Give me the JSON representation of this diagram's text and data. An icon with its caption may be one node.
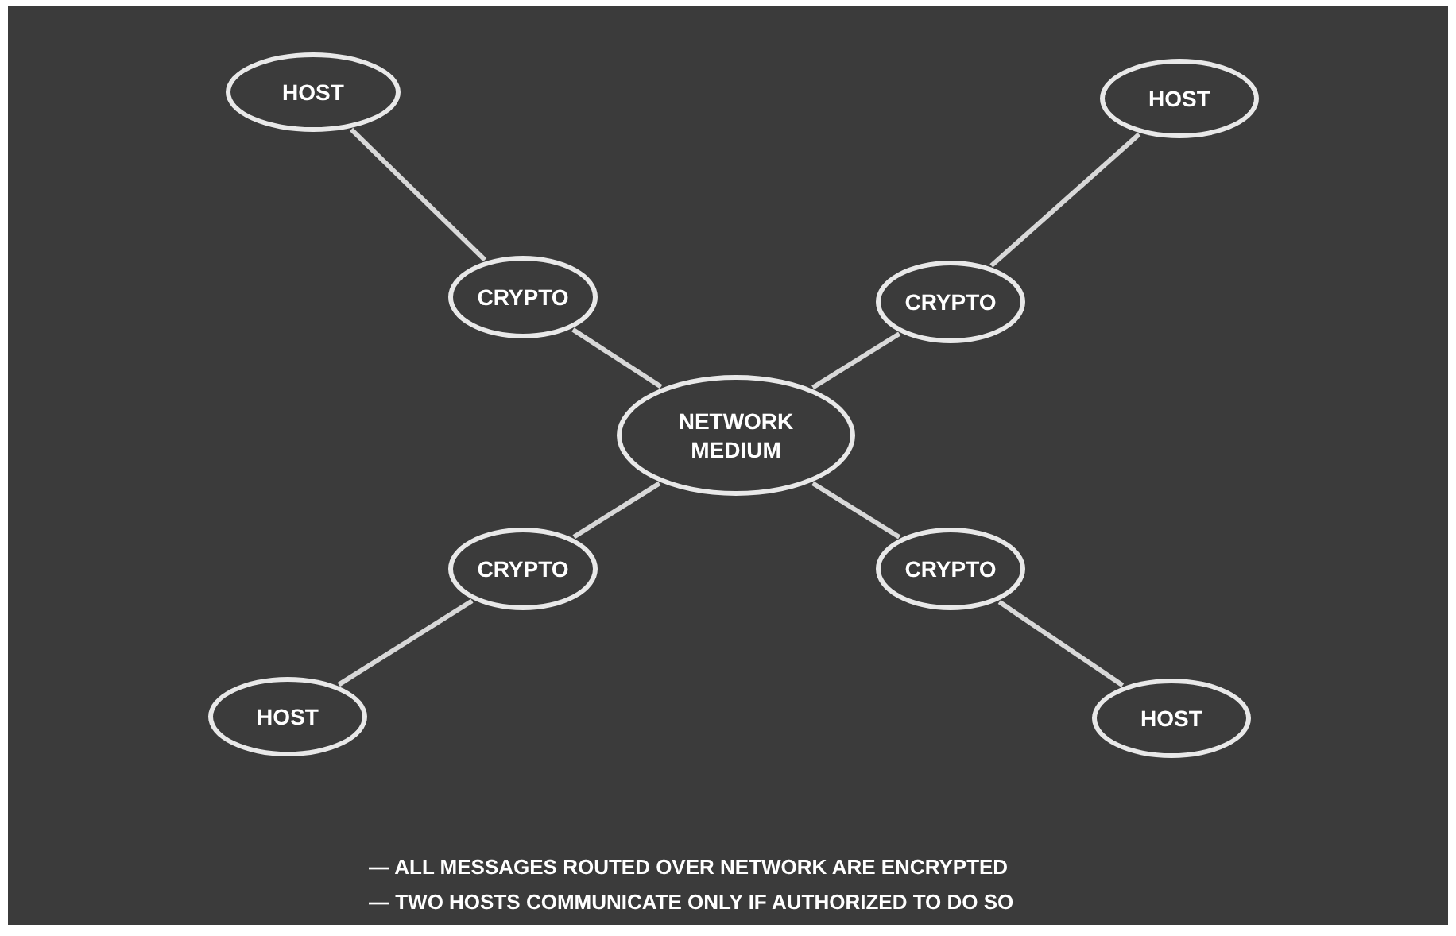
{
  "diagram": {
    "nodes": [
      {
        "text": [
          "HOST"
        ]
      },
      {
        "text": [
          "HOST"
        ]
      },
      {
        "text": [
          "CRYPTO"
        ]
      },
      {
        "text": [
          "CRYPTO"
        ]
      },
      {
        "text": [
          "NETWORK MEDIUM"
        ]
      },
      {
        "text": [
          "CRYPTO"
        ]
      },
      {
        "text": [
          "CRYPTO"
        ]
      },
      {
        "text": [
          "HOST"
        ]
      },
      {
        "text": [
          "HOST"
        ]
      }
    ],
    "edges": [
      {
        "from": 0,
        "to": 2,
        "arrow": "none"
      },
      {
        "from": 2,
        "to": 4,
        "arrow": "none"
      },
      {
        "from": 1,
        "to": 3,
        "arrow": "none"
      },
      {
        "from": 3,
        "to": 4,
        "arrow": "none"
      },
      {
        "from": 4,
        "to": 5,
        "arrow": "none"
      },
      {
        "from": 4,
        "to": 6,
        "arrow": "none"
      },
      {
        "from": 5,
        "to": 7,
        "arrow": "none"
      },
      {
        "from": 6,
        "to": 8,
        "arrow": "none"
      }
    ],
    "labels": [
      "— ALL MESSAGES ROUTED OVER NETWORK ARE ENCRYPTED",
      "— TWO HOSTS COMMUNICATE ONLY IF AUTHORIZED TO DO SO"
    ]
  }
}
